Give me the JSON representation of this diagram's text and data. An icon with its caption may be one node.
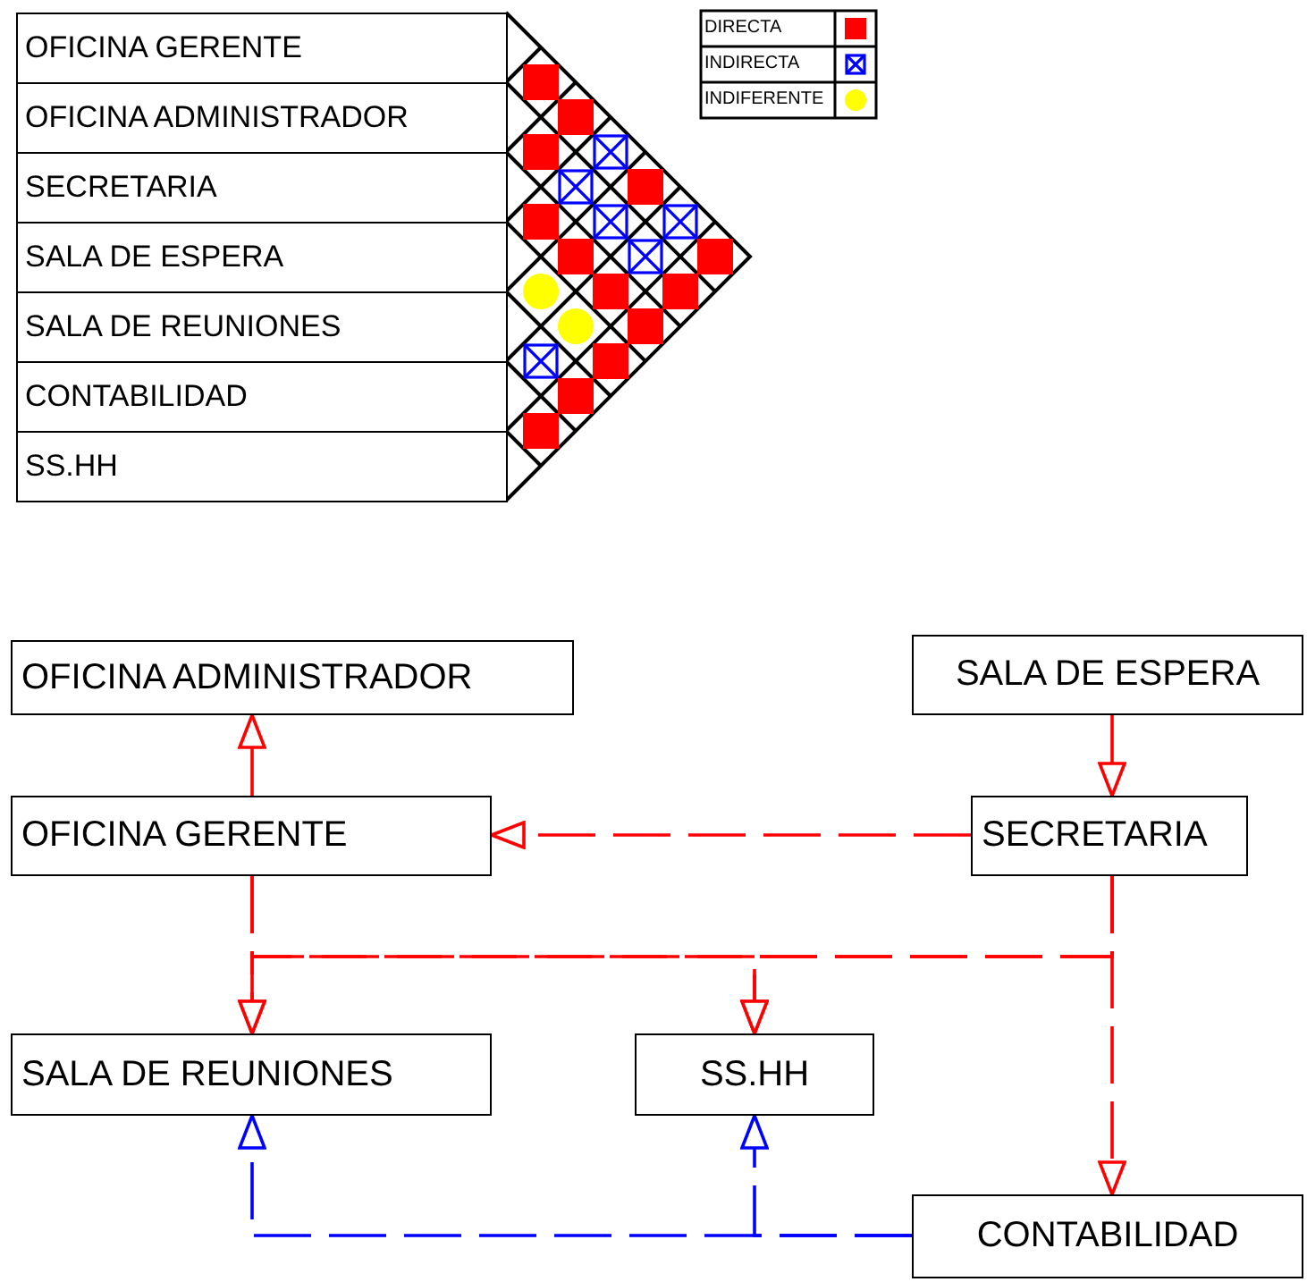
{
  "diagram": {
    "nodes": [
      {
        "text": [
          "OFICINA ADMINISTRADOR"
        ]
      },
      {
        "text": [
          "SALA DE ESPERA"
        ]
      },
      {
        "text": [
          "OFICINA GERENTE"
        ]
      },
      {
        "text": [
          "SECRETARIA"
        ]
      },
      {
        "text": [
          "SALA DE REUNIONES"
        ]
      },
      {
        "text": [
          "SS.HH"
        ]
      },
      {
        "text": [
          "CONTABILIDAD"
        ]
      }
    ],
    "edges": [
      {
        "from": 2,
        "to": 0,
        "arrow": "to"
      },
      {
        "from": 1,
        "to": 3,
        "arrow": "to"
      },
      {
        "from": 3,
        "to": 2,
        "arrow": "to",
        "style": "dashed"
      },
      {
        "from": 2,
        "to": 4,
        "arrow": "to",
        "style": "dashed"
      },
      {
        "from": 2,
        "to": 5,
        "arrow": "to",
        "style": "dashed"
      },
      {
        "from": 3,
        "to": 4,
        "arrow": "to",
        "style": "dashed"
      },
      {
        "from": 3,
        "to": 5,
        "arrow": "to",
        "style": "dashed"
      },
      {
        "from": 3,
        "to": 6,
        "arrow": "to",
        "style": "dashed"
      },
      {
        "from": 6,
        "to": 5,
        "arrow": "to",
        "style": "dashed",
        "color": "#0000ff"
      },
      {
        "from": 6,
        "to": 4,
        "arrow": "to",
        "style": "dashed",
        "color": "#0000ff"
      }
    ],
    "labels": [
      "OFICINA GERENTE",
      "OFICINA ADMINISTRADOR",
      "SECRETARIA",
      "SALA DE ESPERA",
      "SALA DE REUNIONES",
      "CONTABILIDAD",
      "SS.HH"
    ],
    "legend": [
      {
        "text": "DIRECTA",
        "color": "#ff0000"
      },
      {
        "text": "INDIRECTA"
      },
      {
        "text": "INDIFERENTE"
      }
    ]
  }
}
